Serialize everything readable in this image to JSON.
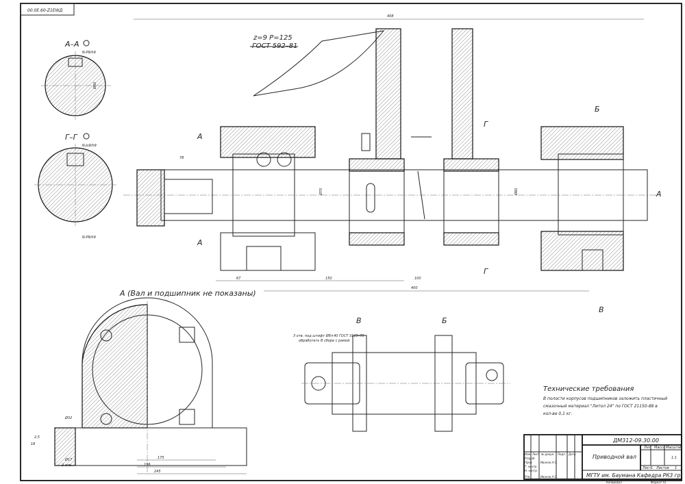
{
  "stamp": "00.0E.60-Z1EWД",
  "sections": {
    "aa": "А–А",
    "gg": "Г–Г",
    "a_view": "А (Вал и подшипник не показаны)",
    "v_view": "В",
    "b_view": "Б",
    "cut_a": "А",
    "cut_g": "Г",
    "cut_b": "Б",
    "cut_v": "В"
  },
  "sprocket_note": {
    "line1": "z=9  P=125",
    "line2": "ГОСТ 592–81"
  },
  "hole_note": {
    "line1": "3 отв. под штифт Ø8×40 ГОСТ 3129–70",
    "line2": "обработать В сборе с рамой"
  },
  "dimensions": {
    "overall_top": "408",
    "d67": "67",
    "d150": "150",
    "d100": "100",
    "d400": "400",
    "d78": "78",
    "d175": "175",
    "d196": "196",
    "d245": "245",
    "d32": "Ø32",
    "d17": "Ø17",
    "holes2": "2 отв.",
    "d18": "18",
    "d25": "2,5",
    "d60": "Ø60",
    "d70": "Ø70",
    "d80": "Ø80",
    "n_p9": "N-P9/h9",
    "n_js9": "N-Js9/h9"
  },
  "tech_requirements": {
    "title": "Технические требования",
    "line1": "В полости корпусов подшипников заложить пластичный",
    "line2": "смазочный материал \"Литол 24\" по ГОСТ 21150-88 в",
    "line3": "кол-ве 0,1 кг."
  },
  "title_block": {
    "doc_number": "ДМ312-09.30.00",
    "name": "Приводной вал",
    "col_lit": "Лит.",
    "col_mass": "Масса",
    "col_scale": "Масштаб",
    "scale": "1:1",
    "sheet": "Лист",
    "sheet_num": "1",
    "sheets": "Листов",
    "sheets_num": "1",
    "org": "МГТУ им. Баумана Кафедра РК3 гр.",
    "row_headers": [
      "Изм.",
      "Лист",
      "№ докум.",
      "Подп.",
      "Дата"
    ],
    "roles": [
      "Разраб.",
      "Пров.",
      "Т. контр.",
      "Н. контр.",
      "Утв."
    ],
    "developer": "Иванов А.С.",
    "approver": "Иванов А.С.",
    "copied": "Копировал",
    "format": "Формат А1"
  }
}
